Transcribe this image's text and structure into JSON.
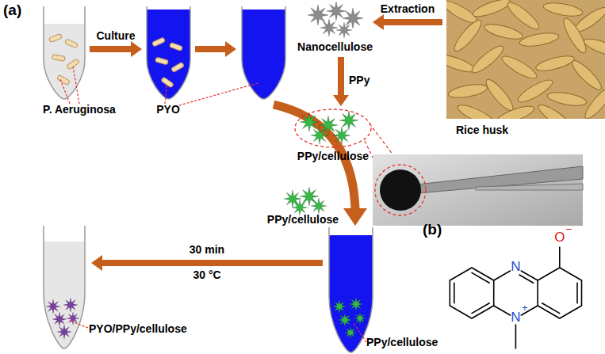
{
  "diagram": {
    "nodes": [
      {
        "text": [
          "P. Aeruginosa"
        ]
      },
      {
        "text": [
          "PYO"
        ]
      },
      {
        "text": [
          "Nanocellulose"
        ]
      },
      {
        "text": [
          "Rice husk"
        ]
      },
      {
        "text": [
          "PPy/cellulose"
        ]
      },
      {
        "text": [
          "PYO/PPy/cellulose"
        ]
      },
      {
        "text": [
          "PPy/cellulose"
        ]
      }
    ],
    "edges": [
      {
        "from": 0,
        "to": 1,
        "arrow": "to",
        "label": "Culture"
      },
      {
        "from": 3,
        "to": 2,
        "arrow": "to",
        "label": "Extraction"
      },
      {
        "from": 2,
        "to": 4,
        "arrow": "to",
        "label": "PPy"
      },
      {
        "from": 6,
        "to": 5,
        "arrow": "to",
        "label": "30 min"
      }
    ],
    "labels": [
      "(a)",
      "PPy/cellulose",
      "30 °C",
      "(b)",
      "N",
      "N",
      "+",
      "O",
      "−"
    ]
  }
}
